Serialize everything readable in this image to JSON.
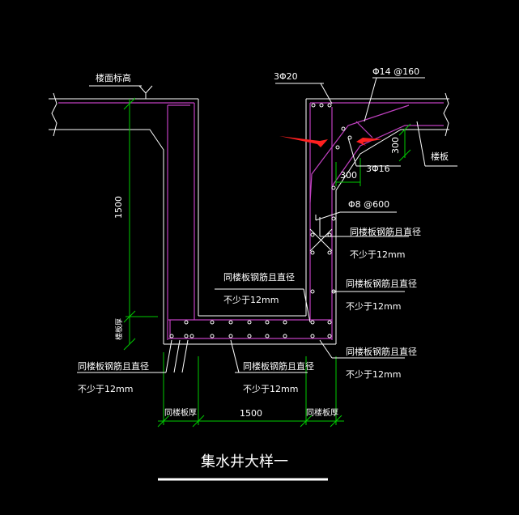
{
  "drawing": {
    "title": "集水井大样一",
    "labels": {
      "floor_elevation": "楼面标高",
      "top_bars": "3Φ20",
      "slab_bars": "Φ14 @160",
      "dim_300_v": "300",
      "dim_300_h": "300",
      "slab": "楼板",
      "haunch_bars": "3Φ16",
      "stirrup": "Φ8 @600",
      "height_1500": "1500",
      "slab_thk_v": "楼板厚",
      "same_rebar_1a": "同楼板钢筋且直径",
      "same_rebar_1b": "不少于12mm",
      "same_rebar_2a": "同楼板钢筋且直径",
      "same_rebar_2b": "不少于12mm",
      "same_rebar_3a": "同楼板钢筋且直径",
      "same_rebar_3b": "不少于12mm",
      "same_rebar_4a": "同楼板钢筋且直径",
      "same_rebar_4b": "不少于12mm",
      "same_rebar_5a": "同楼板钢筋且直径",
      "same_rebar_5b": "不少于12mm",
      "same_rebar_6a": "同楼板钢筋且直径",
      "same_rebar_6b": "不少于12mm",
      "bottom_left_thk": "同楼板厚",
      "bottom_width": "1500",
      "bottom_right_thk": "同楼板厚"
    },
    "colors": {
      "background": "#000000",
      "concrete": "#ffffff",
      "rebar": "#c040c0",
      "dimension": "#00cc00",
      "arrow": "#ff2020"
    }
  }
}
